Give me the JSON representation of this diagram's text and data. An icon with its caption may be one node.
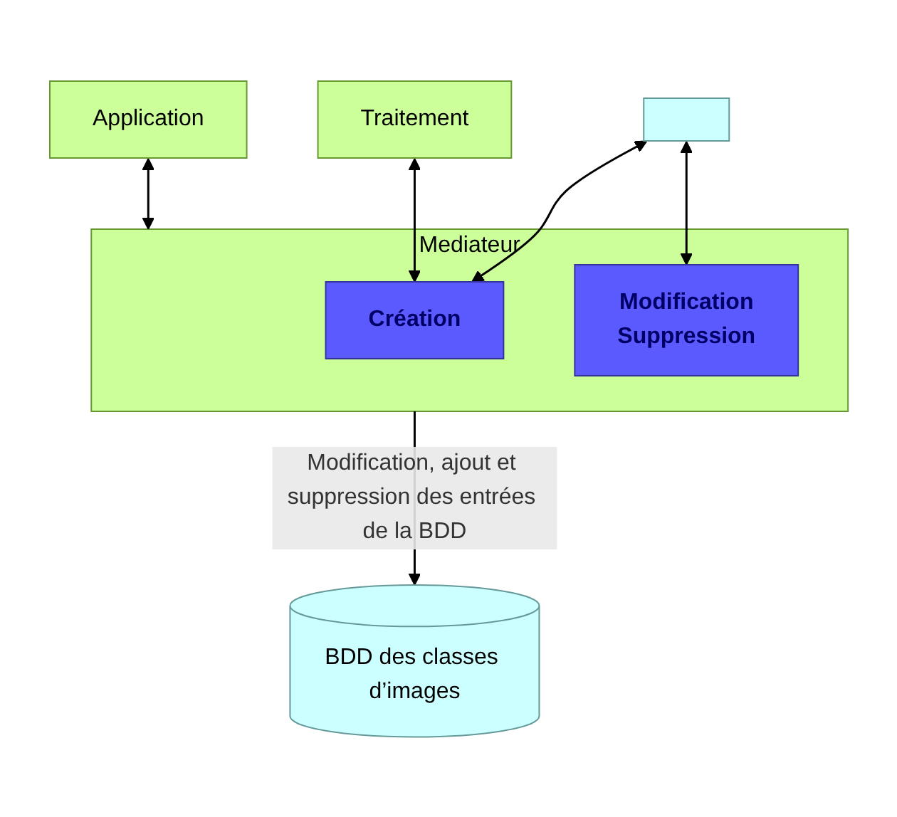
{
  "diagram": {
    "nodes": [
      {
        "text": [
          "Application"
        ]
      },
      {
        "text": [
          "Mediateur"
        ]
      },
      {
        "text": [
          "Création"
        ],
        "in": 1
      },
      {
        "text": [
          "Modification",
          "Suppression"
        ],
        "in": 1
      },
      {
        "text": [],
        "shape": "box"
      },
      {
        "text": [
          "Traitement"
        ]
      },
      {
        "text": [
          "BDD des classes d’images"
        ]
      }
    ],
    "edges": [
      {
        "from": 0,
        "to": 1,
        "arrow": "both"
      },
      {
        "from": 4,
        "to": 2,
        "arrow": "both"
      },
      {
        "from": 4,
        "to": 3,
        "arrow": "both"
      },
      {
        "from": 5,
        "to": 2,
        "arrow": "both"
      },
      {
        "from": 1,
        "to": 6,
        "arrow": "to",
        "label": "Modification, ajout et suppression des entrées de la BDD"
      }
    ]
  }
}
